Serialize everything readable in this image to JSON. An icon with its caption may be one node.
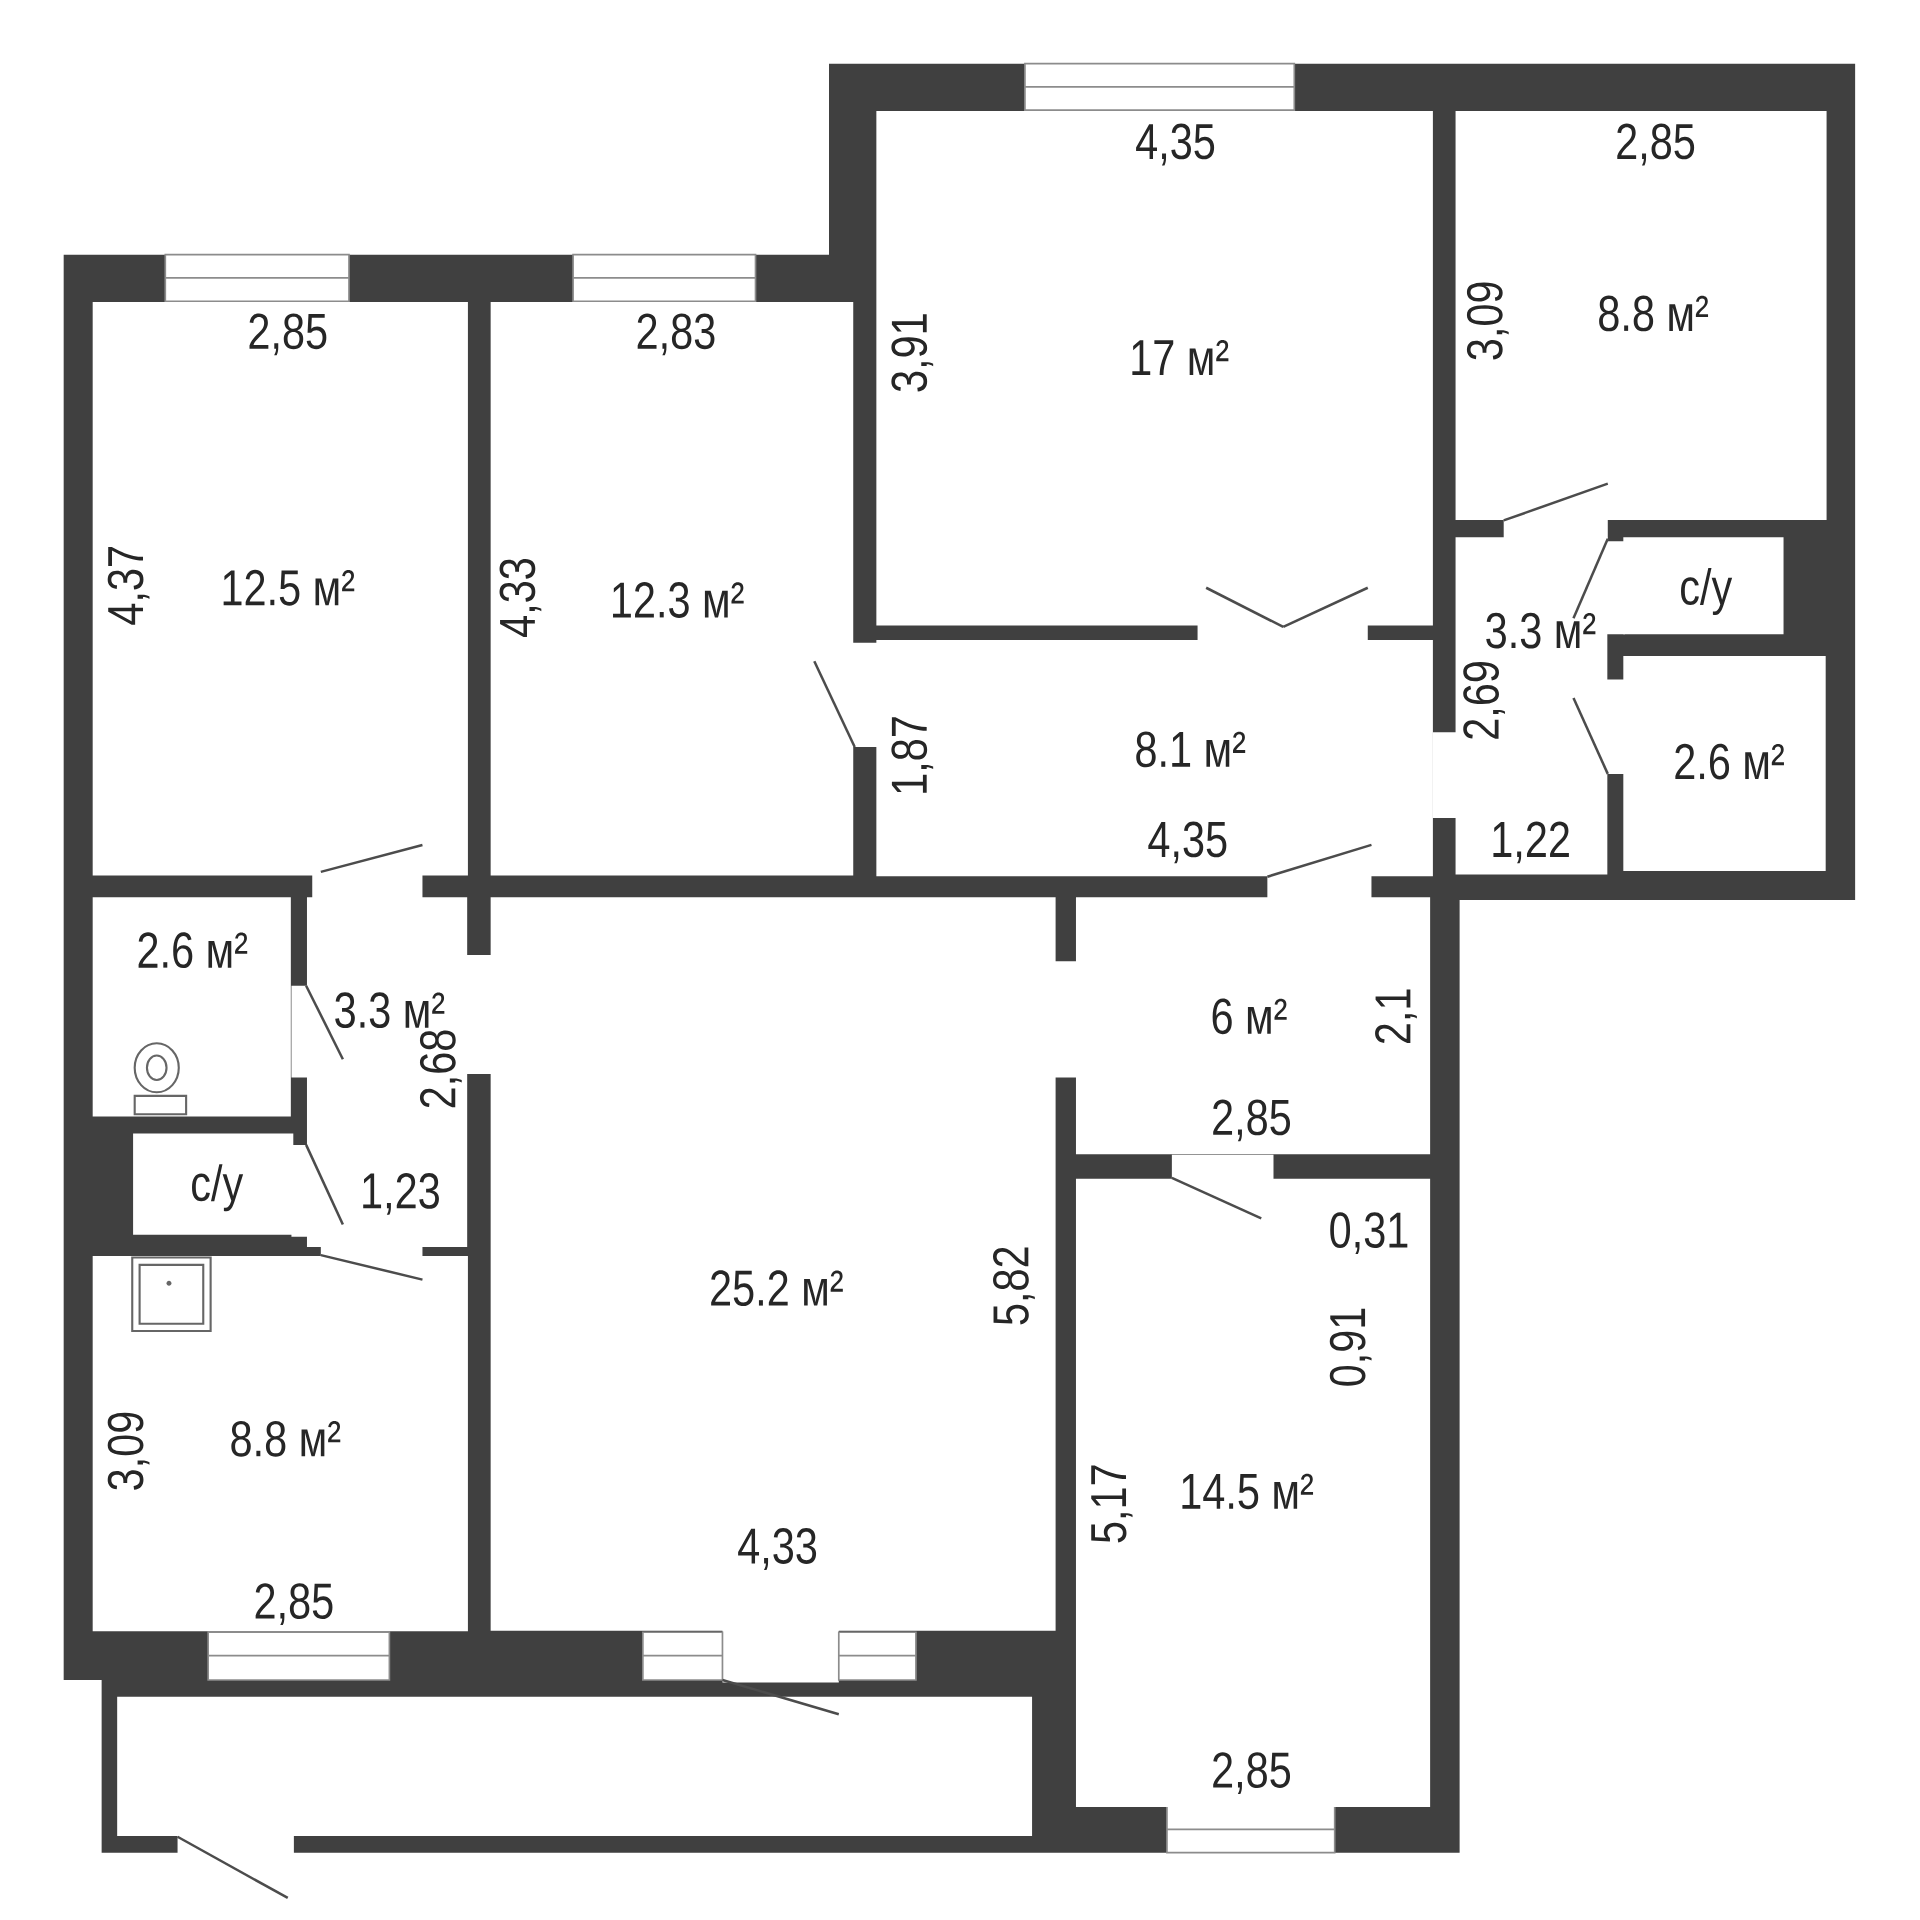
{
  "diagram": {
    "nodes": [
      {
        "text": [
          "12.5 м²"
        ]
      },
      {
        "text": [
          "12.3 м²"
        ]
      },
      {
        "text": [
          "17 м²"
        ]
      },
      {
        "text": [
          "8.8 м²"
        ]
      },
      {
        "text": [
          "3.3 м²"
        ]
      },
      {
        "text": [
          "с/у"
        ]
      },
      {
        "text": [
          "2.6 м²"
        ]
      },
      {
        "text": [
          "8.1 м²"
        ]
      },
      {
        "text": [
          "2.6 м²"
        ]
      },
      {
        "text": [
          "3.3 м²"
        ]
      },
      {
        "text": [
          "с/у"
        ]
      },
      {
        "text": [
          "8.8 м²"
        ]
      },
      {
        "text": [
          "25.2 м²"
        ]
      },
      {
        "text": [
          "6 м²"
        ]
      },
      {
        "text": [
          "14.5 м²"
        ]
      },
      {
        "text": [],
        "shape": "box"
      }
    ],
    "labels": [
      "4,35",
      "2,85",
      "2,85",
      "2,83",
      "3,91",
      "3,09",
      "4,37",
      "4,33",
      "2,69",
      "1,87",
      "4,35",
      "1,22",
      "2,68",
      "2,1",
      "2,85",
      "1,23",
      "0,31",
      "5,82",
      "0,91",
      "3,09",
      "5,17",
      "4,33",
      "2,85",
      "2,85"
    ]
  }
}
